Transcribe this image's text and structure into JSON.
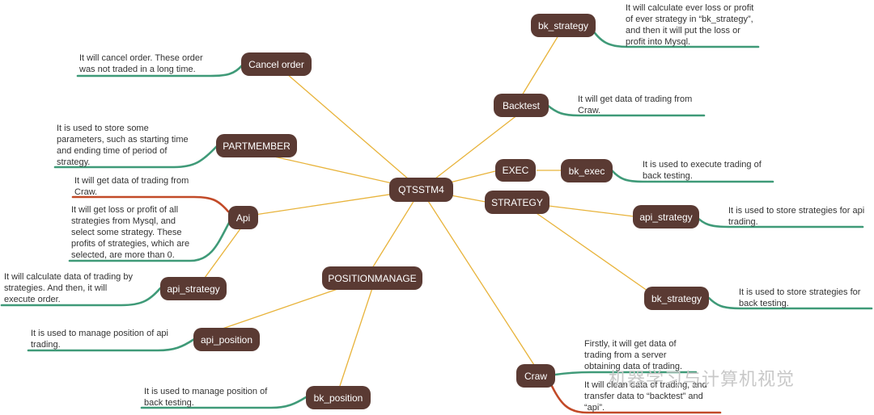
{
  "center": {
    "label": "QTSSTM4"
  },
  "nodes": {
    "cancel_order": "Cancel order",
    "partmember": "PARTMEMBER",
    "api": "Api",
    "api_strategy_left": "api_strategy",
    "positionmanage": "POSITIONMANAGE",
    "api_position": "api_position",
    "bk_position": "bk_position",
    "bk_strategy_top": "bk_strategy",
    "backtest": "Backtest",
    "exec": "EXEC",
    "bk_exec": "bk_exec",
    "strategy": "STRATEGY",
    "api_strategy_right": "api_strategy",
    "bk_strategy_right": "bk_strategy",
    "craw": "Craw"
  },
  "notes": {
    "cancel_order": "It will cancel order. These order was not traded in a long time.",
    "partmember": "It is used to store some parameters, such as starting time and ending time of period of strategy.",
    "api_1": "It will get data of trading from Craw.",
    "api_2": "It will get loss or profit of all strategies from Mysql, and select some strategy. These profits of strategies, which are selected, are more than 0.",
    "api_strategy_left": "It will calculate data of trading by strategies. And then, it will execute order.",
    "api_position": "It is used to manage position of api trading.",
    "bk_position": "It is used to manage position of back testing.",
    "bk_strategy_top": "It will calculate ever loss or profit of ever strategy in “bk_strategy”, and then it will put the loss or profit into Mysql.",
    "backtest": "It will get data of trading from Craw.",
    "bk_exec": "It is used to execute trading of back testing.",
    "api_strategy_right": "It is used to store strategies for api trading.",
    "bk_strategy_right": "It is used to store strategies for back testing.",
    "craw_1": "Firstly, it will get data of trading from a server obtaining data of trading.",
    "craw_2": "It will clean data of trading, and transfer data to “backtest” and “api”."
  },
  "watermark": "机器学习与计算机视觉",
  "colors": {
    "node": "#5a3a33",
    "line": "#e8b33a",
    "underline_green": "#3f9a78",
    "underline_red": "#c24a28"
  }
}
